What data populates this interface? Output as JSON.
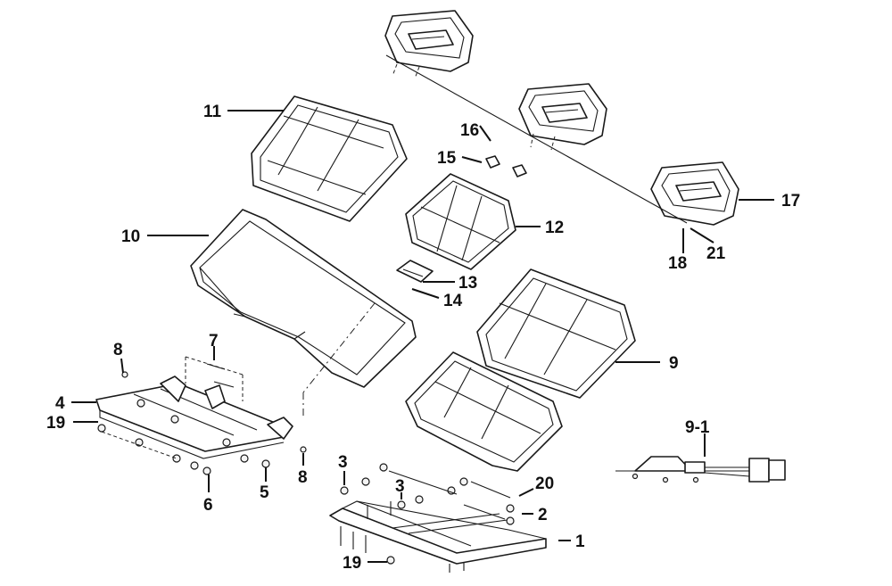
{
  "callouts": {
    "c1": "1",
    "c2": "2",
    "c3a": "3",
    "c3b": "3",
    "c4": "4",
    "c5": "5",
    "c6": "6",
    "c7": "7",
    "c8a": "8",
    "c8b": "8",
    "c9": "9",
    "c9_1": "9-1",
    "c10": "10",
    "c11": "11",
    "c12": "12",
    "c13": "13",
    "c14": "14",
    "c15": "15",
    "c16": "16",
    "c17": "17",
    "c18": "18",
    "c19a": "19",
    "c19b": "19",
    "c20": "20",
    "c21": "21"
  }
}
